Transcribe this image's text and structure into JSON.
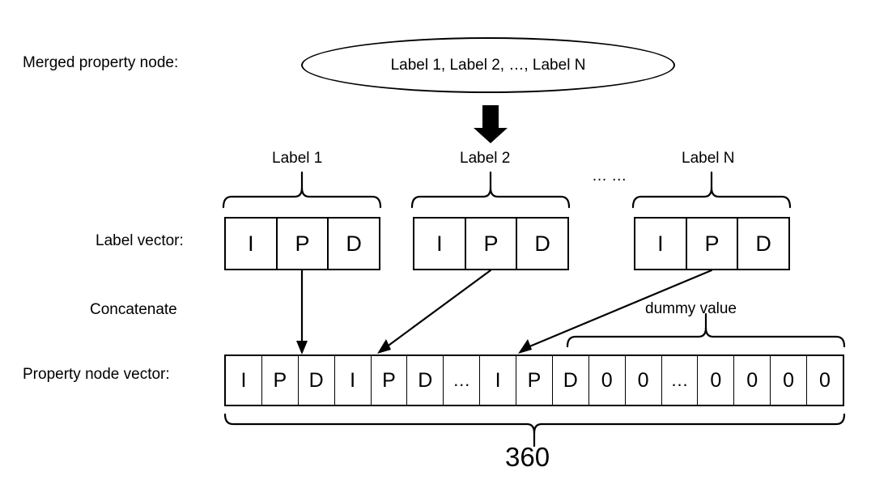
{
  "diagram": {
    "title_row1_label": "Merged property node:",
    "merged_node_text": "Label 1, Label 2, …, Label N",
    "label_vector_row_label": "Label vector:",
    "concatenate_label": "Concatenate",
    "property_node_row_label": "Property node vector:",
    "dummy_value_label": "dummy value",
    "total_length_label": "360",
    "group_labels": [
      "Label 1",
      "Label 2",
      "Label N"
    ],
    "ellipsis_between_groups": "… …",
    "label_vector_cells": [
      "I",
      "P",
      "D"
    ],
    "property_node_vector_cells": [
      "I",
      "P",
      "D",
      "I",
      "P",
      "D",
      "…",
      "I",
      "P",
      "D",
      "0",
      "0",
      "…",
      "0",
      "0",
      "0",
      "0"
    ],
    "colors": {
      "stroke": "#000000",
      "background": "#ffffff"
    }
  }
}
